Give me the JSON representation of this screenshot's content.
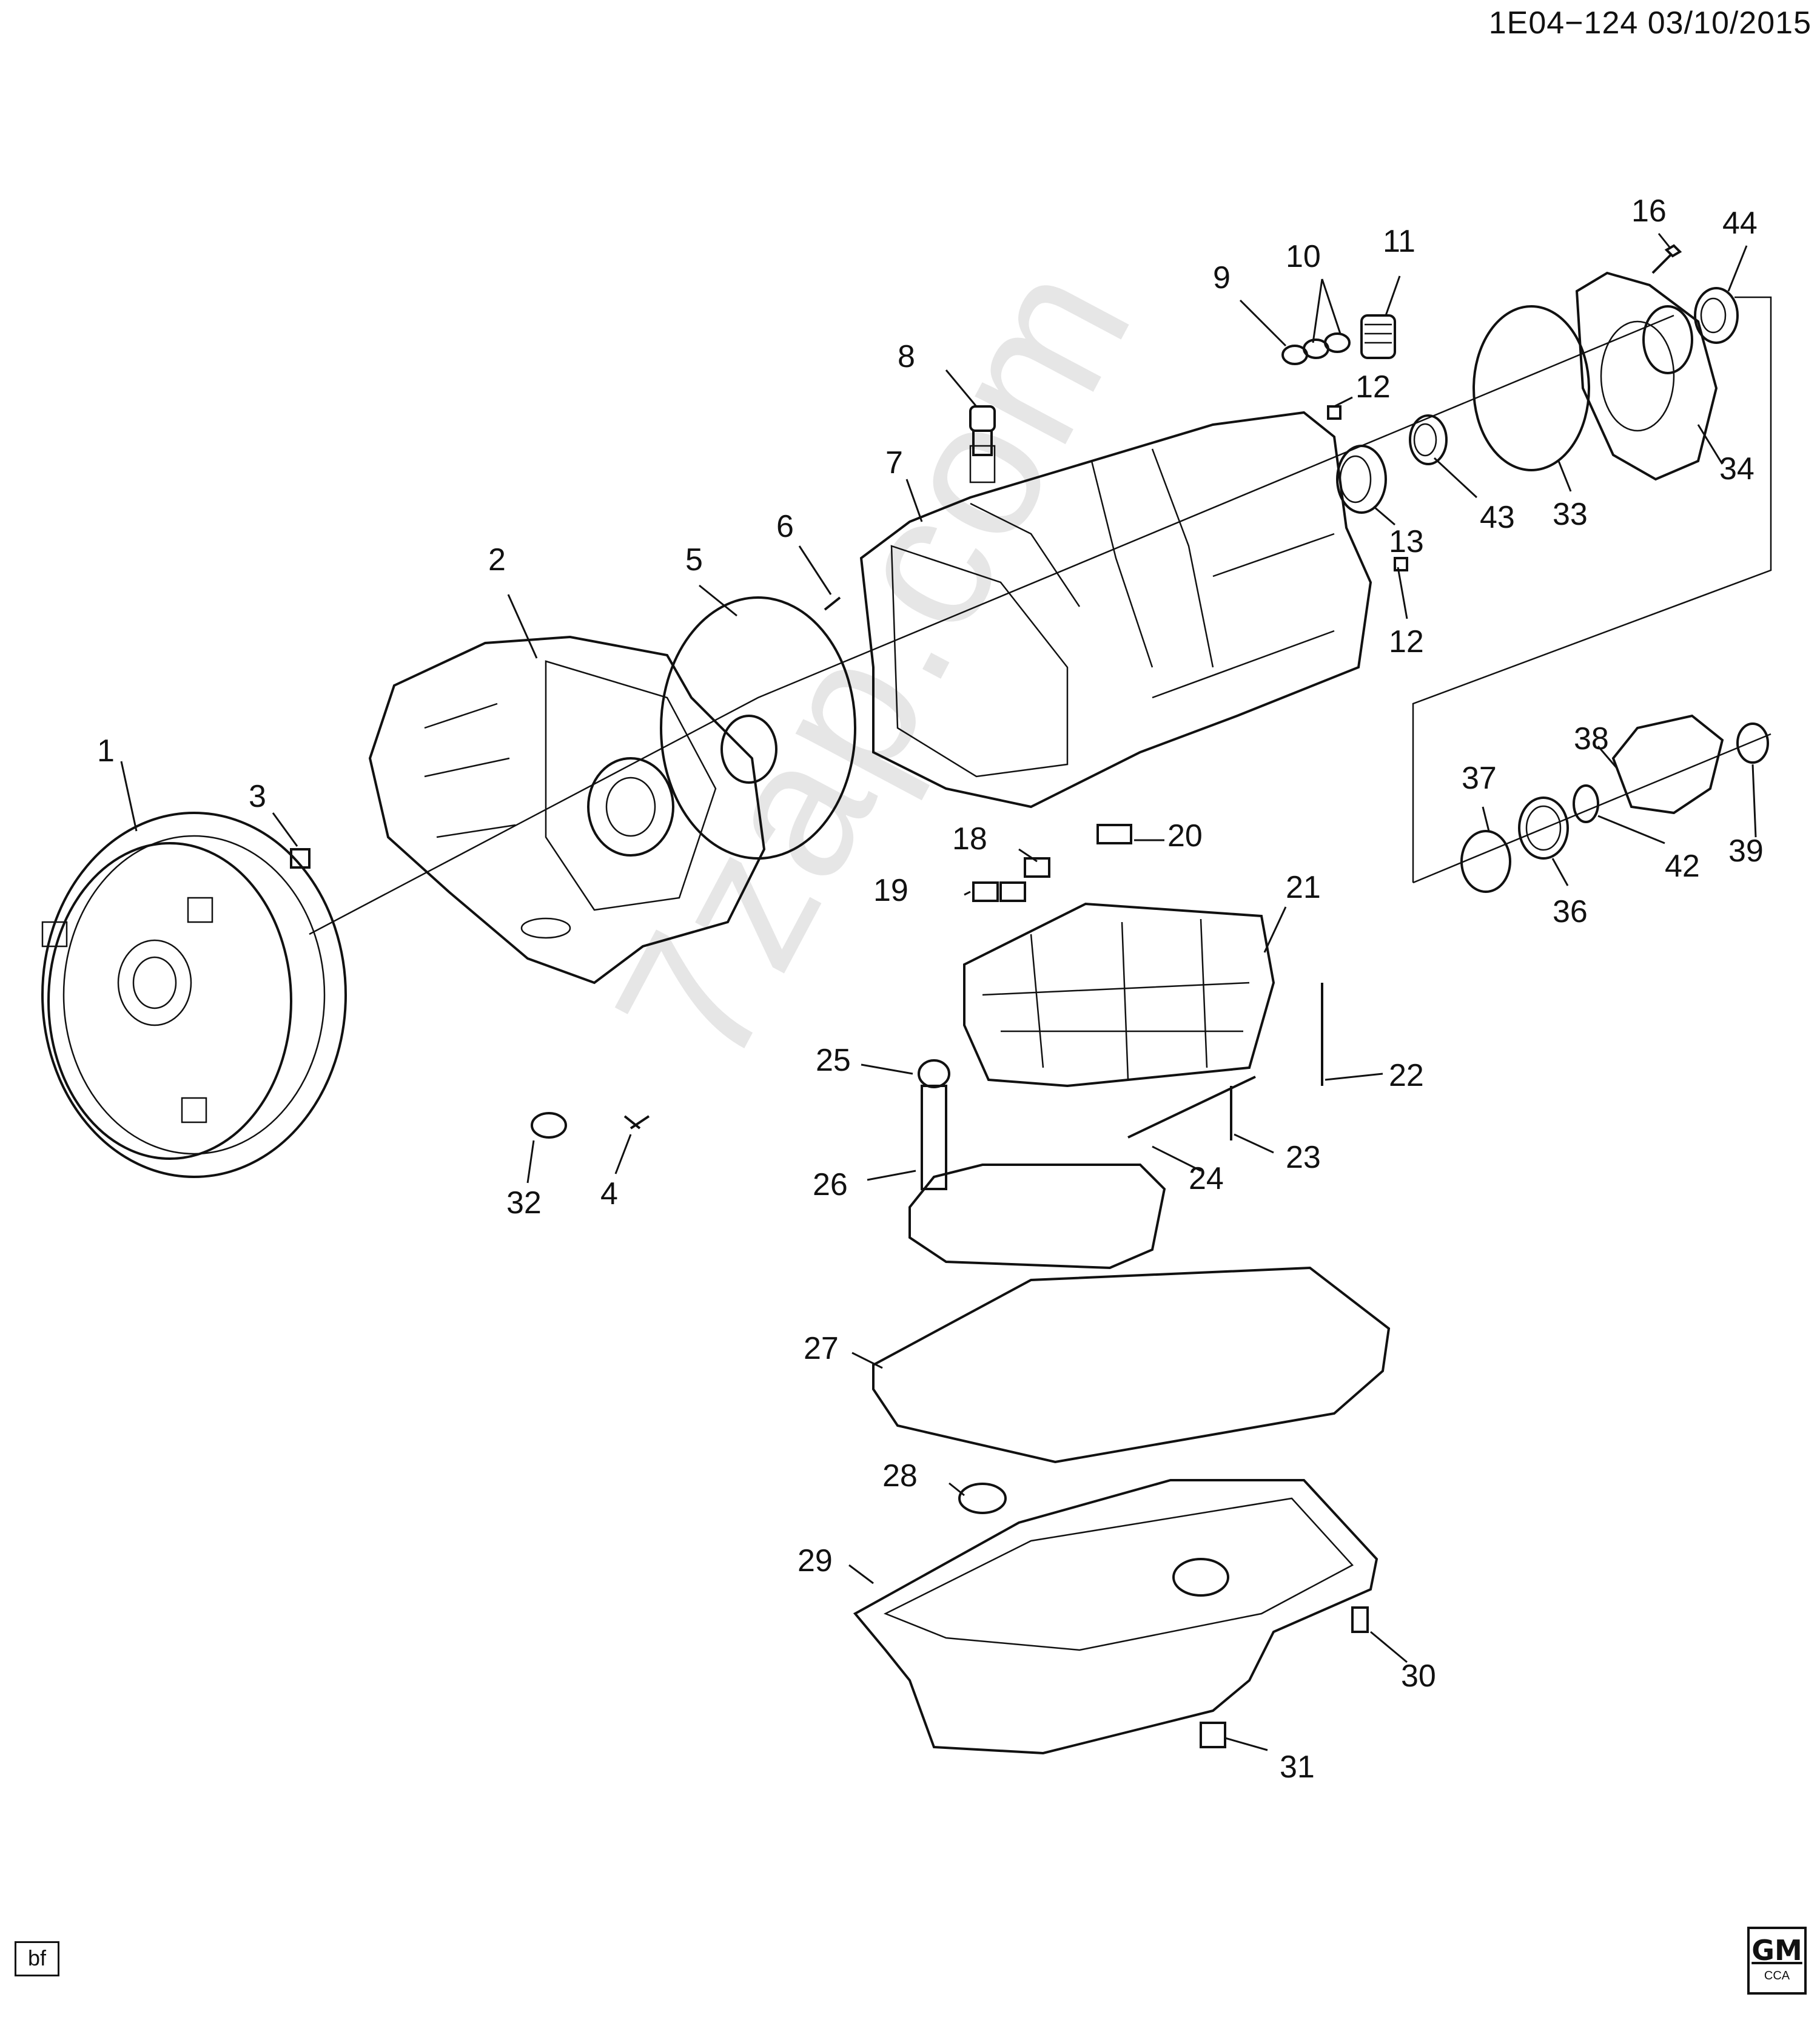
{
  "header": {
    "code": "1E04−124  03/10/2015"
  },
  "footer": {
    "left_label": "bf",
    "logo_text": "GM",
    "logo_sub": "CCA"
  },
  "watermark": "7zap.com",
  "callouts": {
    "c1": "1",
    "c2": "2",
    "c3": "3",
    "c4": "4",
    "c5": "5",
    "c6": "6",
    "c7": "7",
    "c8": "8",
    "c9": "9",
    "c10": "10",
    "c11": "11",
    "c12a": "12",
    "c12b": "12",
    "c13": "13",
    "c16": "16",
    "c18": "18",
    "c19": "19",
    "c20": "20",
    "c21": "21",
    "c22": "22",
    "c23": "23",
    "c24": "24",
    "c25": "25",
    "c26": "26",
    "c27": "27",
    "c28": "28",
    "c29": "29",
    "c30": "30",
    "c31": "31",
    "c32": "32",
    "c33": "33",
    "c34": "34",
    "c36": "36",
    "c37": "37",
    "c38": "38",
    "c39": "39",
    "c42": "42",
    "c43": "43",
    "c44": "44"
  }
}
